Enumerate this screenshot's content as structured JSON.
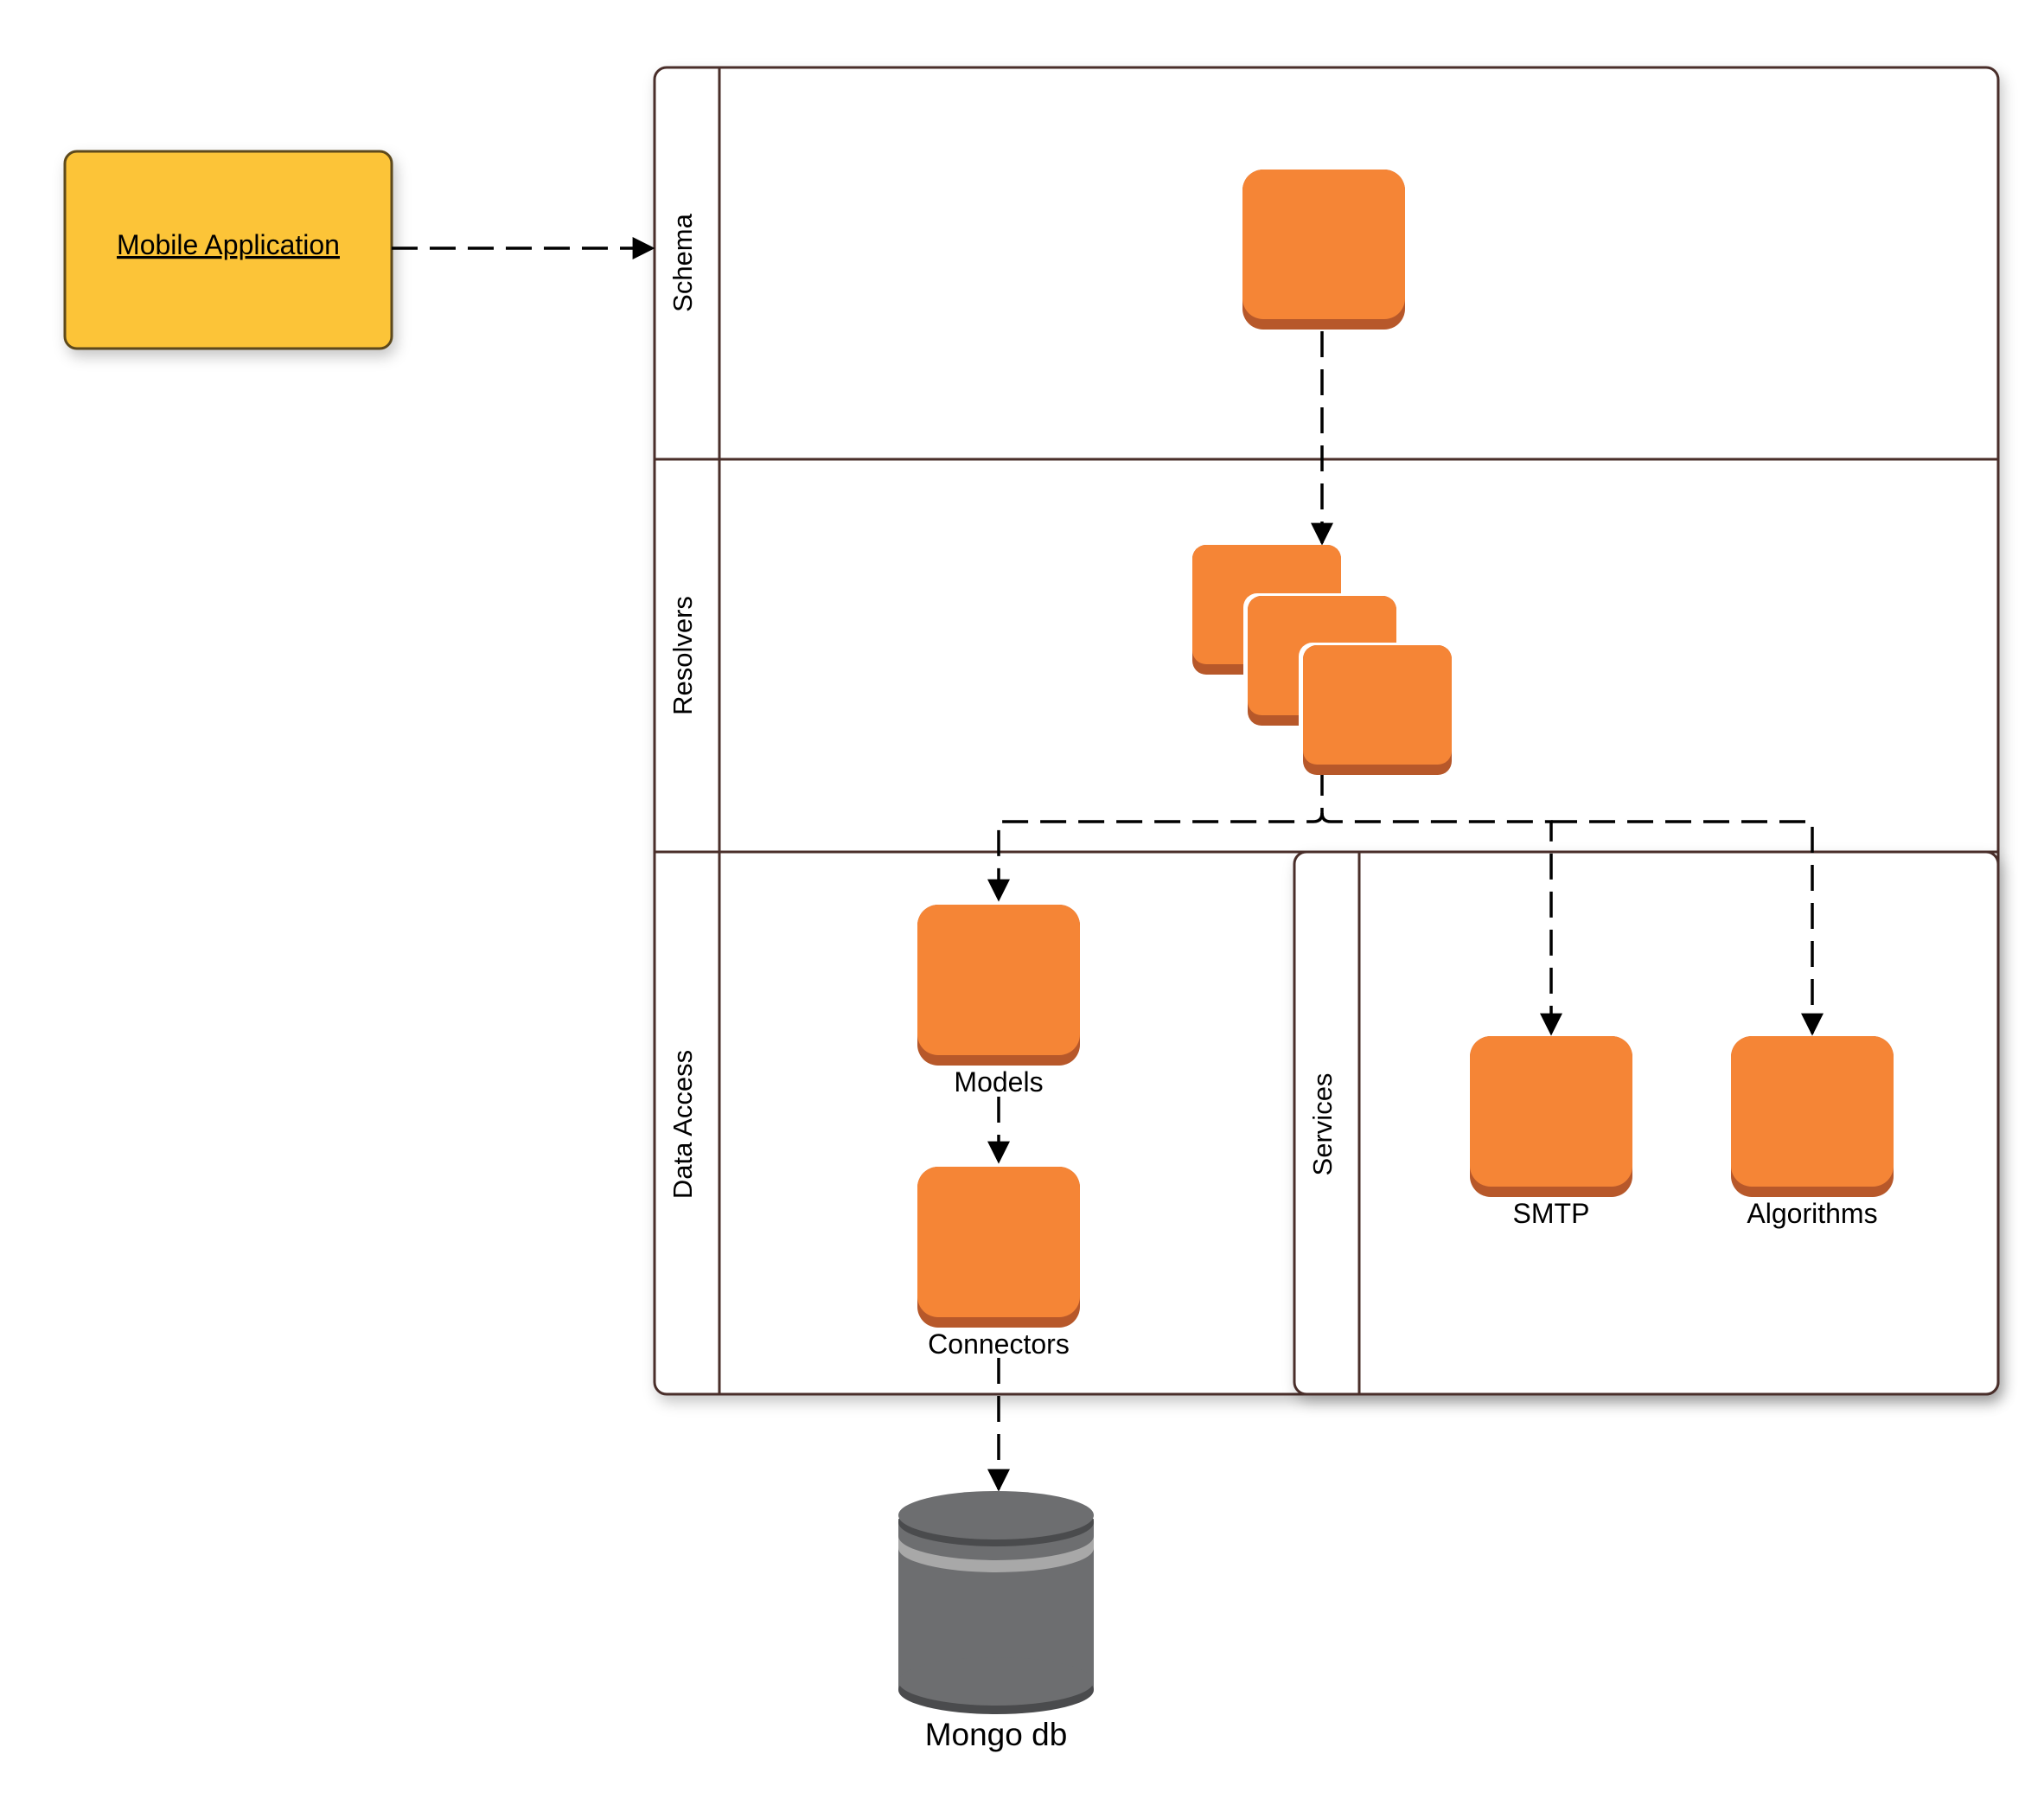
{
  "title": "",
  "colors": {
    "node_fill": "#f58536",
    "node_shadow": "#b7582a",
    "mobile_fill": "#fcc438",
    "mobile_border": "#5d4a1b",
    "lane_border": "#4a2f2a",
    "db_fill": "#6d6e70",
    "db_dark": "#4a4b4d",
    "db_band": "#a8a8a8",
    "edge": "#000000"
  },
  "client": {
    "label": "Mobile Application",
    "icon": "mobile-app-box"
  },
  "lanes": {
    "schema": "Schema",
    "resolvers": "Resolvers",
    "data_access": "Data Access",
    "services": "Services"
  },
  "nodes": {
    "schema": {
      "label": "",
      "icon": "schema-node-icon"
    },
    "resolvers": {
      "label": "",
      "icon": "resolvers-stack-icon"
    },
    "models": {
      "label": "Models",
      "icon": "models-node-icon"
    },
    "connectors": {
      "label": "Connectors",
      "icon": "connectors-node-icon"
    },
    "smtp": {
      "label": "SMTP",
      "icon": "smtp-node-icon"
    },
    "algorithms": {
      "label": "Algorithms",
      "icon": "algorithms-node-icon"
    }
  },
  "database": {
    "label": "Mongo db",
    "icon": "database-cylinder-icon"
  },
  "edges": [
    {
      "from": "Mobile Application",
      "to": "Schema",
      "style": "dashed"
    },
    {
      "from": "Schema",
      "to": "Resolvers",
      "style": "dashed"
    },
    {
      "from": "Resolvers",
      "to": "Models",
      "style": "dashed"
    },
    {
      "from": "Resolvers",
      "to": "SMTP",
      "style": "dashed"
    },
    {
      "from": "Resolvers",
      "to": "Algorithms",
      "style": "dashed"
    },
    {
      "from": "Models",
      "to": "Connectors",
      "style": "dashed"
    },
    {
      "from": "Connectors",
      "to": "Mongo db",
      "style": "dashed"
    }
  ]
}
